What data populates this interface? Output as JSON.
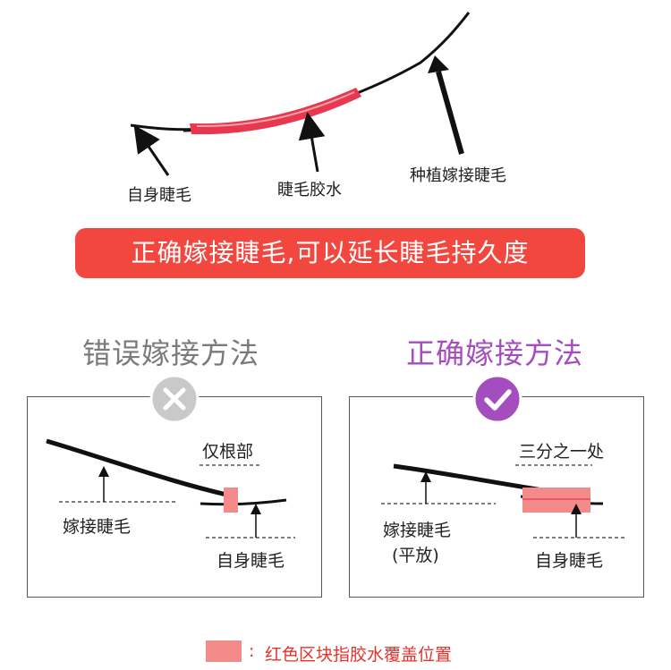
{
  "top": {
    "label_natural": "自身睫毛",
    "label_glue": "睫毛胶水",
    "label_graft": "种植嫁接睫毛"
  },
  "banner": {
    "text": "正确嫁接睫毛,可以延长睫毛持久度"
  },
  "wrong": {
    "title": "错误嫁接方法",
    "title_color": "#7a7a7a",
    "label_position": "仅根部",
    "label_extension": "嫁接睫毛",
    "label_natural": "自身睫毛"
  },
  "right": {
    "title": "正确嫁接方法",
    "title_color": "#a44dbe",
    "label_position": "三分之一处",
    "label_extension": "嫁接睫毛",
    "label_extension_note": "(平放)",
    "label_natural": "自身睫毛"
  },
  "legend": {
    "colon": ":",
    "text": "红色区块指胶水覆盖位置",
    "swatch_color": "#f48b8b"
  },
  "colors": {
    "glue_strong": "#e8384f",
    "glue_light": "#f48b8b",
    "banner": "#f2473f"
  }
}
